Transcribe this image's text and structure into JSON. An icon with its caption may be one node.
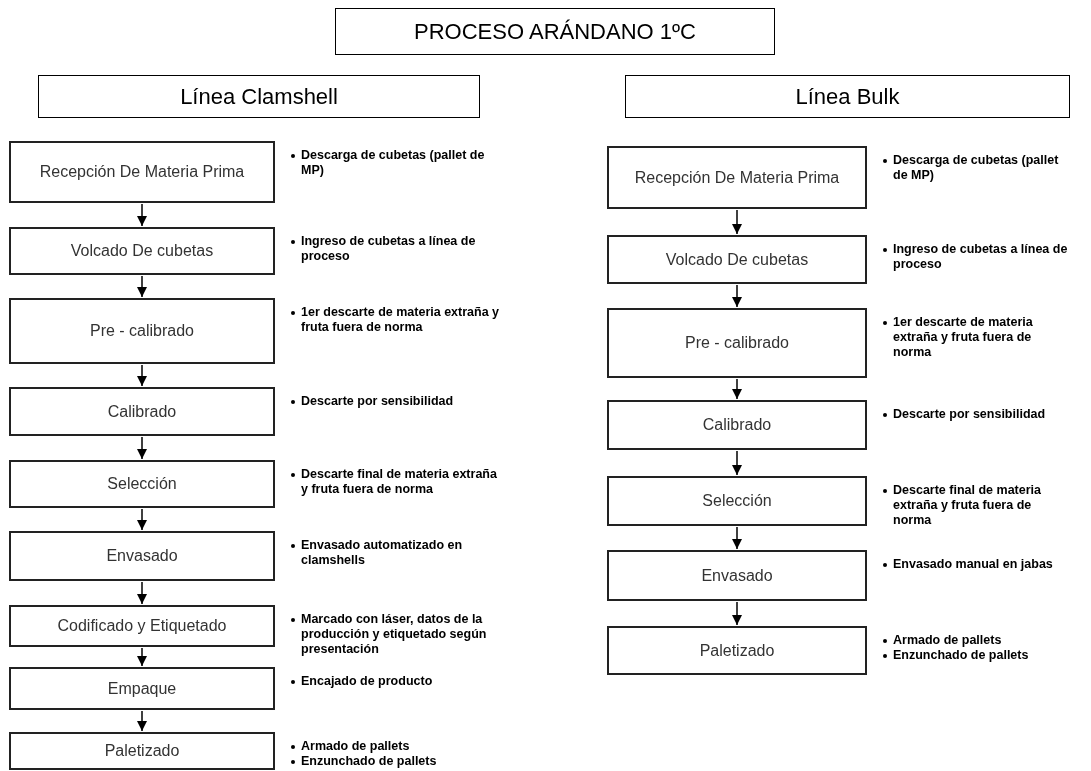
{
  "diagram": {
    "nodes": [
      {
        "text": [
          "PROCESO ARÁNDANO 1ºC"
        ]
      },
      {
        "text": [
          "Línea Clamshell"
        ]
      },
      {
        "text": [
          "Recepción De Materia Prima"
        ],
        "beside": [
          "Descarga de cubetas (pallet de MP)"
        ]
      },
      {
        "text": [
          "Volcado De cubetas"
        ],
        "beside": [
          "Ingreso de cubetas a línea de proceso"
        ]
      },
      {
        "text": [
          "Pre - calibrado"
        ],
        "beside": [
          "1er descarte de materia extraña y fruta fuera de norma"
        ]
      },
      {
        "text": [
          "Calibrado"
        ],
        "beside": [
          "Descarte por sensibilidad"
        ]
      },
      {
        "text": [
          "Selección"
        ],
        "beside": [
          "Descarte final de materia extraña y fruta fuera de norma"
        ]
      },
      {
        "text": [
          "Envasado"
        ],
        "beside": [
          "Envasado automatizado en clamshells"
        ]
      },
      {
        "text": [
          "Codificado y Etiquetado"
        ],
        "beside": [
          "Marcado con láser, datos de la producción y etiquetado según presentación"
        ]
      },
      {
        "text": [
          "Empaque"
        ],
        "beside": [
          "Encajado de producto"
        ]
      },
      {
        "text": [
          "Paletizado"
        ],
        "beside": [
          "Armado de pallets",
          "Enzunchado de pallets"
        ]
      },
      {
        "text": [
          "Línea Bulk"
        ]
      },
      {
        "text": [
          "Recepción De Materia Prima"
        ],
        "beside": [
          "Descarga de cubetas (pallet de MP)"
        ]
      },
      {
        "text": [
          "Volcado De cubetas"
        ],
        "beside": [
          "Ingreso de cubetas a línea de proceso"
        ]
      },
      {
        "text": [
          "Pre - calibrado"
        ],
        "beside": [
          "1er descarte de materia extraña y fruta fuera de norma"
        ]
      },
      {
        "text": [
          "Calibrado"
        ],
        "beside": [
          "Descarte por sensibilidad"
        ]
      },
      {
        "text": [
          "Selección"
        ],
        "beside": [
          "Descarte final de materia extraña y fruta fuera de norma"
        ]
      },
      {
        "text": [
          "Envasado"
        ],
        "beside": [
          "Envasado manual en jabas"
        ]
      },
      {
        "text": [
          "Paletizado"
        ],
        "beside": [
          "Armado de pallets",
          "Enzunchado de pallets"
        ]
      }
    ],
    "edges": [
      {
        "from": 2,
        "to": 3,
        "arrow": "to"
      },
      {
        "from": 3,
        "to": 4,
        "arrow": "to"
      },
      {
        "from": 4,
        "to": 5,
        "arrow": "to"
      },
      {
        "from": 5,
        "to": 6,
        "arrow": "to"
      },
      {
        "from": 6,
        "to": 7,
        "arrow": "to"
      },
      {
        "from": 7,
        "to": 8,
        "arrow": "to"
      },
      {
        "from": 8,
        "to": 9,
        "arrow": "to"
      },
      {
        "from": 9,
        "to": 10,
        "arrow": "to"
      },
      {
        "from": 12,
        "to": 13,
        "arrow": "to"
      },
      {
        "from": 13,
        "to": 14,
        "arrow": "to"
      },
      {
        "from": 14,
        "to": 15,
        "arrow": "to"
      },
      {
        "from": 15,
        "to": 16,
        "arrow": "to"
      },
      {
        "from": 16,
        "to": 17,
        "arrow": "to"
      },
      {
        "from": 17,
        "to": 18,
        "arrow": "to"
      }
    ]
  }
}
